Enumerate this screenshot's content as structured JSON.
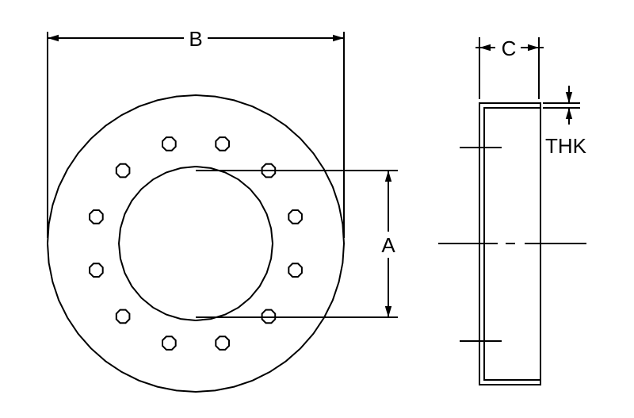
{
  "labels": {
    "a": "A",
    "b": "B",
    "c": "C",
    "thk": "THK"
  },
  "bolt_hole_count": 12,
  "colors": {
    "line": "#000000",
    "background": "#ffffff"
  }
}
